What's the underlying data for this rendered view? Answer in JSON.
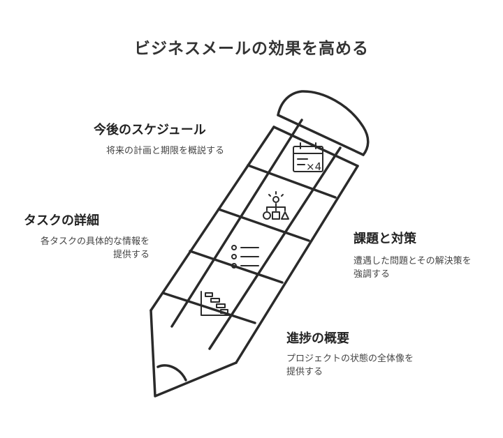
{
  "title": "ビジネスメールの効果を高める",
  "sections": [
    {
      "heading": "今後のスケジュール",
      "desc_lines": [
        "将来の計画と期限を概説する"
      ]
    },
    {
      "heading": "タスクの詳細",
      "desc_lines": [
        "各タスクの具体的な情報を",
        "提供する"
      ]
    },
    {
      "heading": "課題と対策",
      "desc_lines": [
        "遭遇した問題とその解決策を",
        "強調する"
      ]
    },
    {
      "heading": "進捗の概要",
      "desc_lines": [
        "プロジェクトの状態の全体像を",
        "提供する"
      ]
    }
  ],
  "icons": {
    "calendar_badge": "×4"
  },
  "colors": {
    "stroke": "#2a2a2a",
    "text": "#222222"
  }
}
